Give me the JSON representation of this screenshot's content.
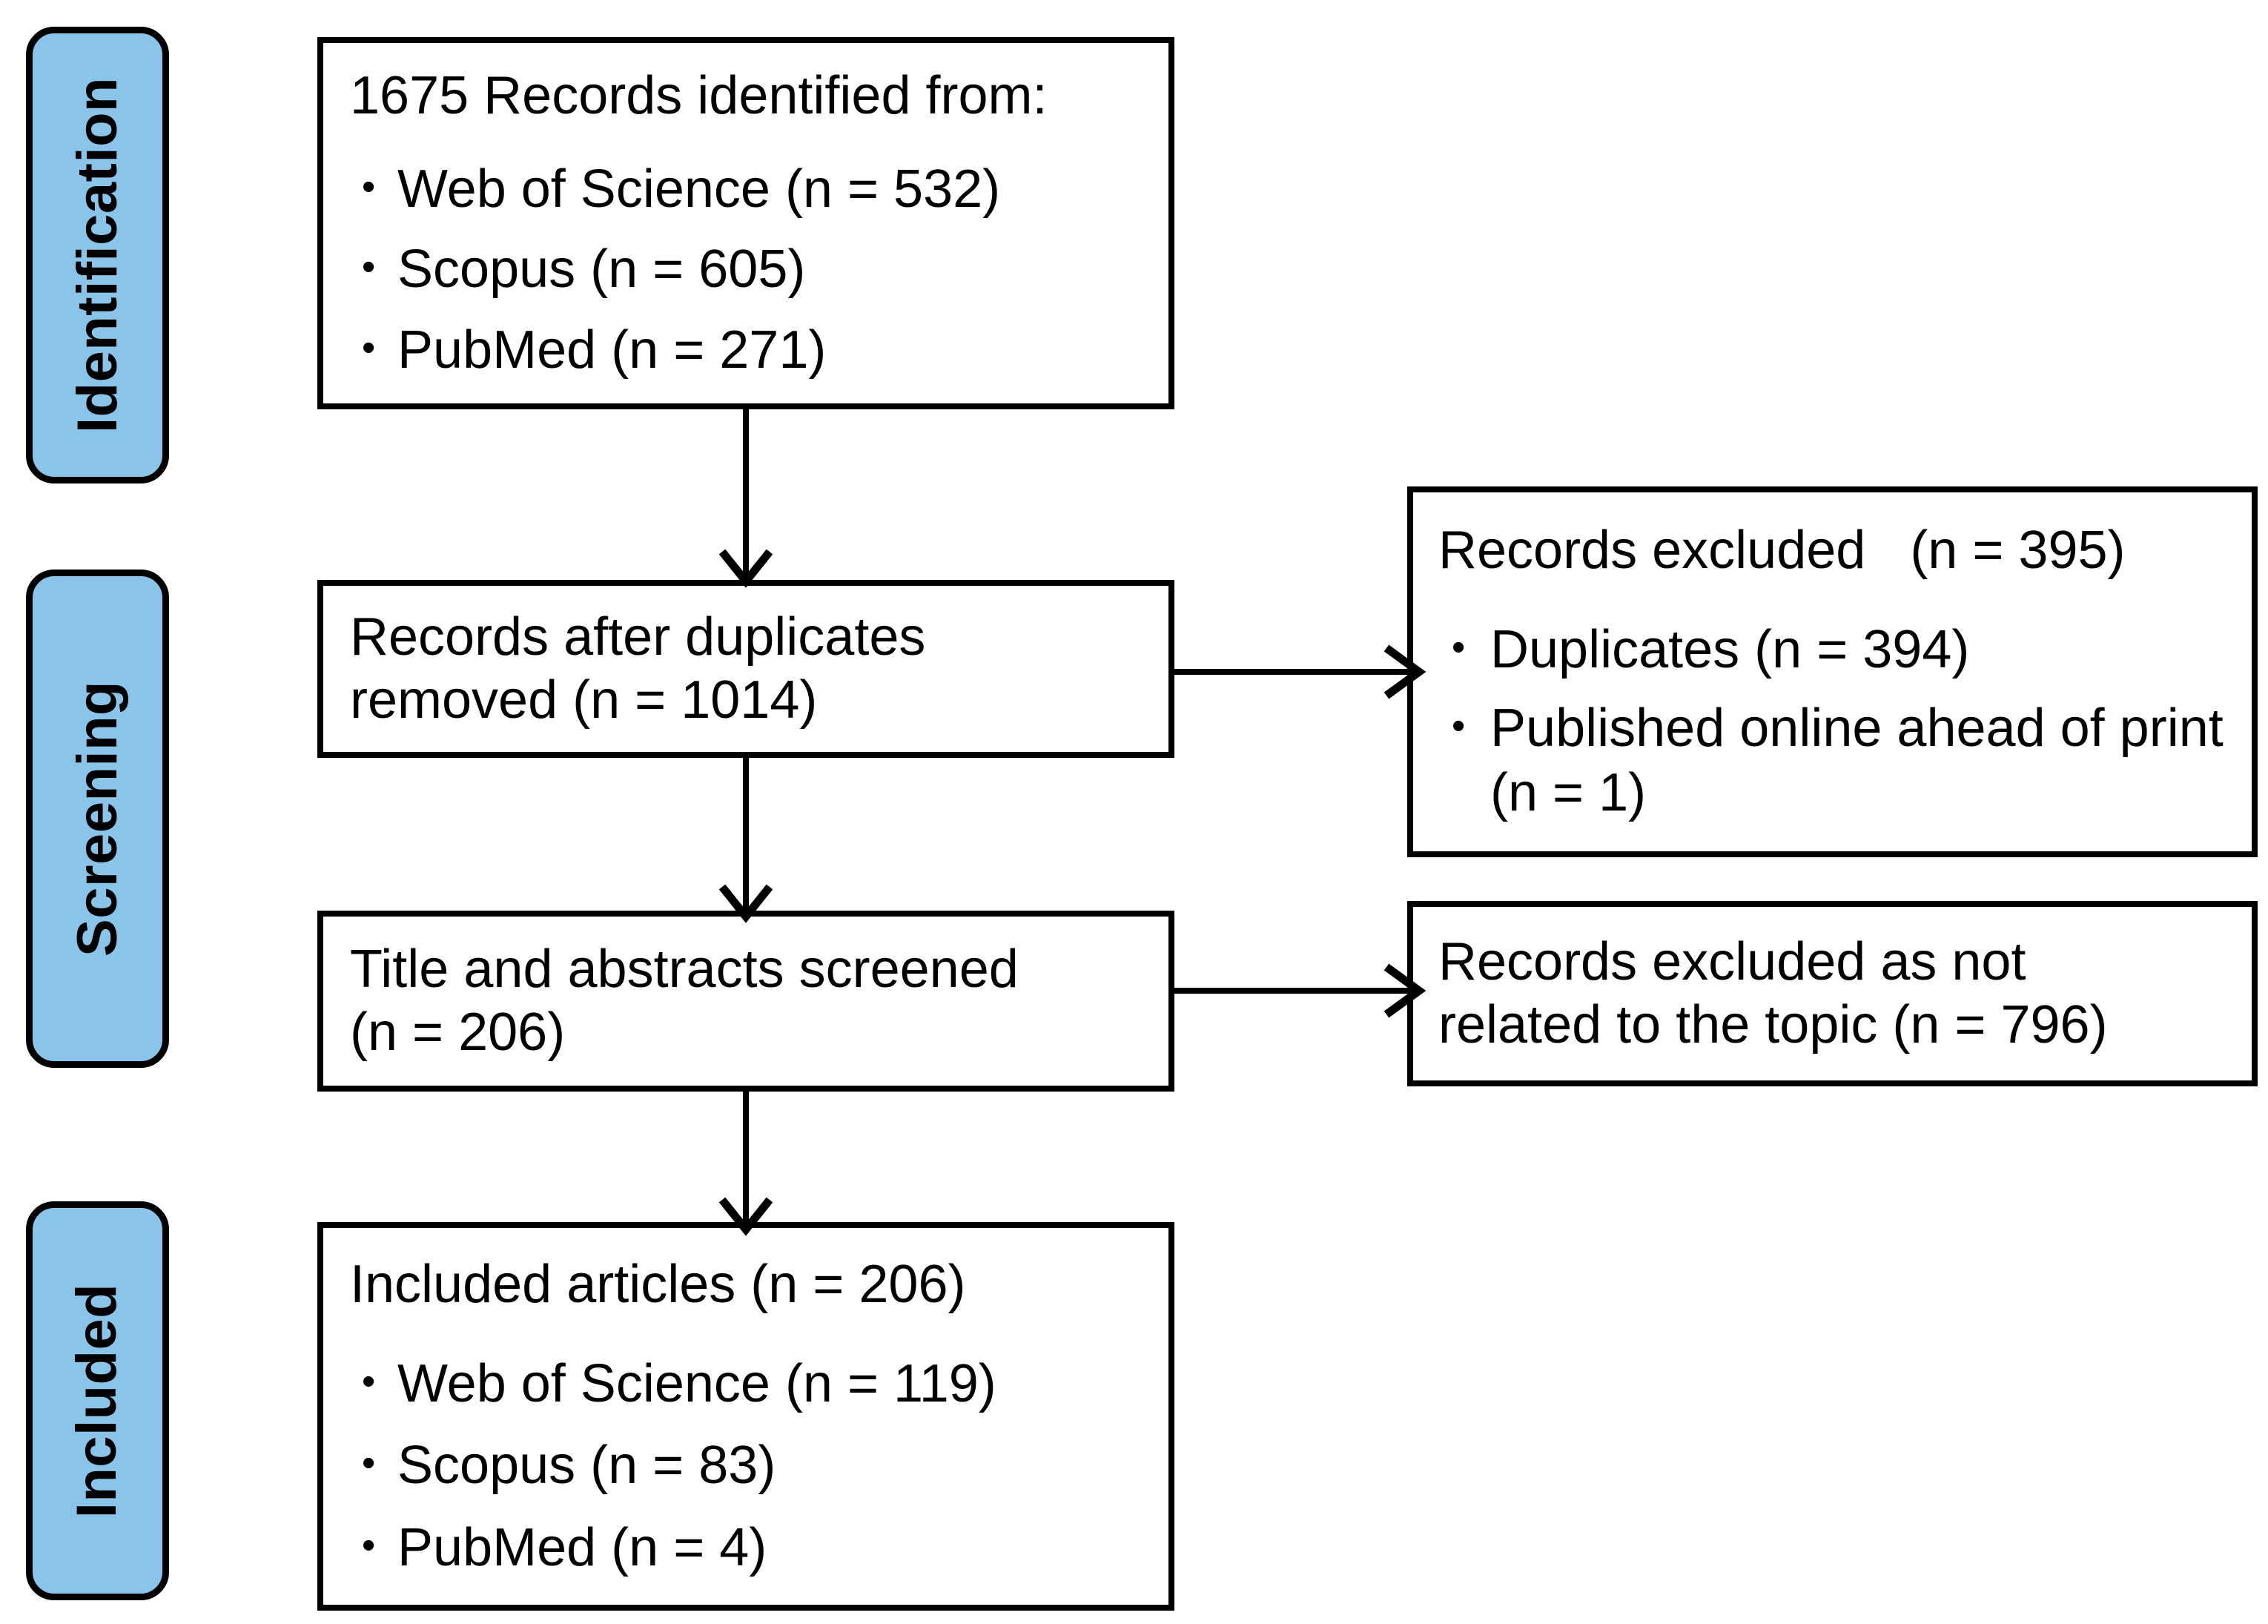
{
  "diagram": {
    "type": "prisma-flow-diagram",
    "accent_color": "#8AC4E8",
    "border_color": "#000000",
    "background_color": "#FFFFFF"
  },
  "stages": [
    {
      "id": "identification",
      "label": "Identification"
    },
    {
      "id": "screening",
      "label": "Screening"
    },
    {
      "id": "included",
      "label": "Included"
    }
  ],
  "boxes": {
    "records_identified": {
      "title": "1675 Records identified from:",
      "items": [
        "Web of Science (n = 532)",
        "Scopus (n = 605)",
        "PubMed (n = 271)"
      ]
    },
    "records_after_duplicates": {
      "title": "Records after duplicates\nremoved (n = 1014)"
    },
    "records_excluded_duplicates": {
      "title": "Records excluded   (n = 395)",
      "items": [
        "Duplicates (n = 394)",
        "Published online ahead of print (n = 1)"
      ]
    },
    "title_abstracts_screened": {
      "title": "Title and abstracts screened\n(n = 206)"
    },
    "records_excluded_topic": {
      "title": "Records excluded as not\nrelated to the topic (n = 796)"
    },
    "included_articles": {
      "title": "Included articles (n = 206)",
      "items": [
        "Web of Science (n = 119)",
        "Scopus (n = 83)",
        "PubMed (n = 4)"
      ]
    }
  },
  "chart_data": {
    "type": "diagram",
    "title": "PRISMA flow diagram",
    "nodes": [
      {
        "id": "records_identified",
        "stage": "Identification",
        "label": "1675 Records identified from:",
        "n": 1675,
        "breakdown": [
          {
            "source": "Web of Science",
            "n": 532
          },
          {
            "source": "Scopus",
            "n": 605
          },
          {
            "source": "PubMed",
            "n": 271
          }
        ]
      },
      {
        "id": "records_after_duplicates",
        "stage": "Screening",
        "label": "Records after duplicates removed (n = 1014)",
        "n": 1014
      },
      {
        "id": "records_excluded_duplicates",
        "stage": "Screening",
        "label": "Records excluded (n = 395)",
        "n": 395,
        "breakdown": [
          {
            "reason": "Duplicates",
            "n": 394
          },
          {
            "reason": "Published online ahead of print",
            "n": 1
          }
        ]
      },
      {
        "id": "title_abstracts_screened",
        "stage": "Screening",
        "label": "Title and abstracts screened (n = 206)",
        "n": 206
      },
      {
        "id": "records_excluded_topic",
        "stage": "Screening",
        "label": "Records excluded as not related to the topic (n = 796)",
        "n": 796
      },
      {
        "id": "included_articles",
        "stage": "Included",
        "label": "Included articles (n = 206)",
        "n": 206,
        "breakdown": [
          {
            "source": "Web of Science",
            "n": 119
          },
          {
            "source": "Scopus",
            "n": 83
          },
          {
            "source": "PubMed",
            "n": 4
          }
        ]
      }
    ],
    "edges": [
      {
        "from": "records_identified",
        "to": "records_after_duplicates",
        "direction": "down"
      },
      {
        "from": "records_after_duplicates",
        "to": "records_excluded_duplicates",
        "direction": "right"
      },
      {
        "from": "records_after_duplicates",
        "to": "title_abstracts_screened",
        "direction": "down"
      },
      {
        "from": "title_abstracts_screened",
        "to": "records_excluded_topic",
        "direction": "right"
      },
      {
        "from": "title_abstracts_screened",
        "to": "included_articles",
        "direction": "down"
      }
    ]
  }
}
